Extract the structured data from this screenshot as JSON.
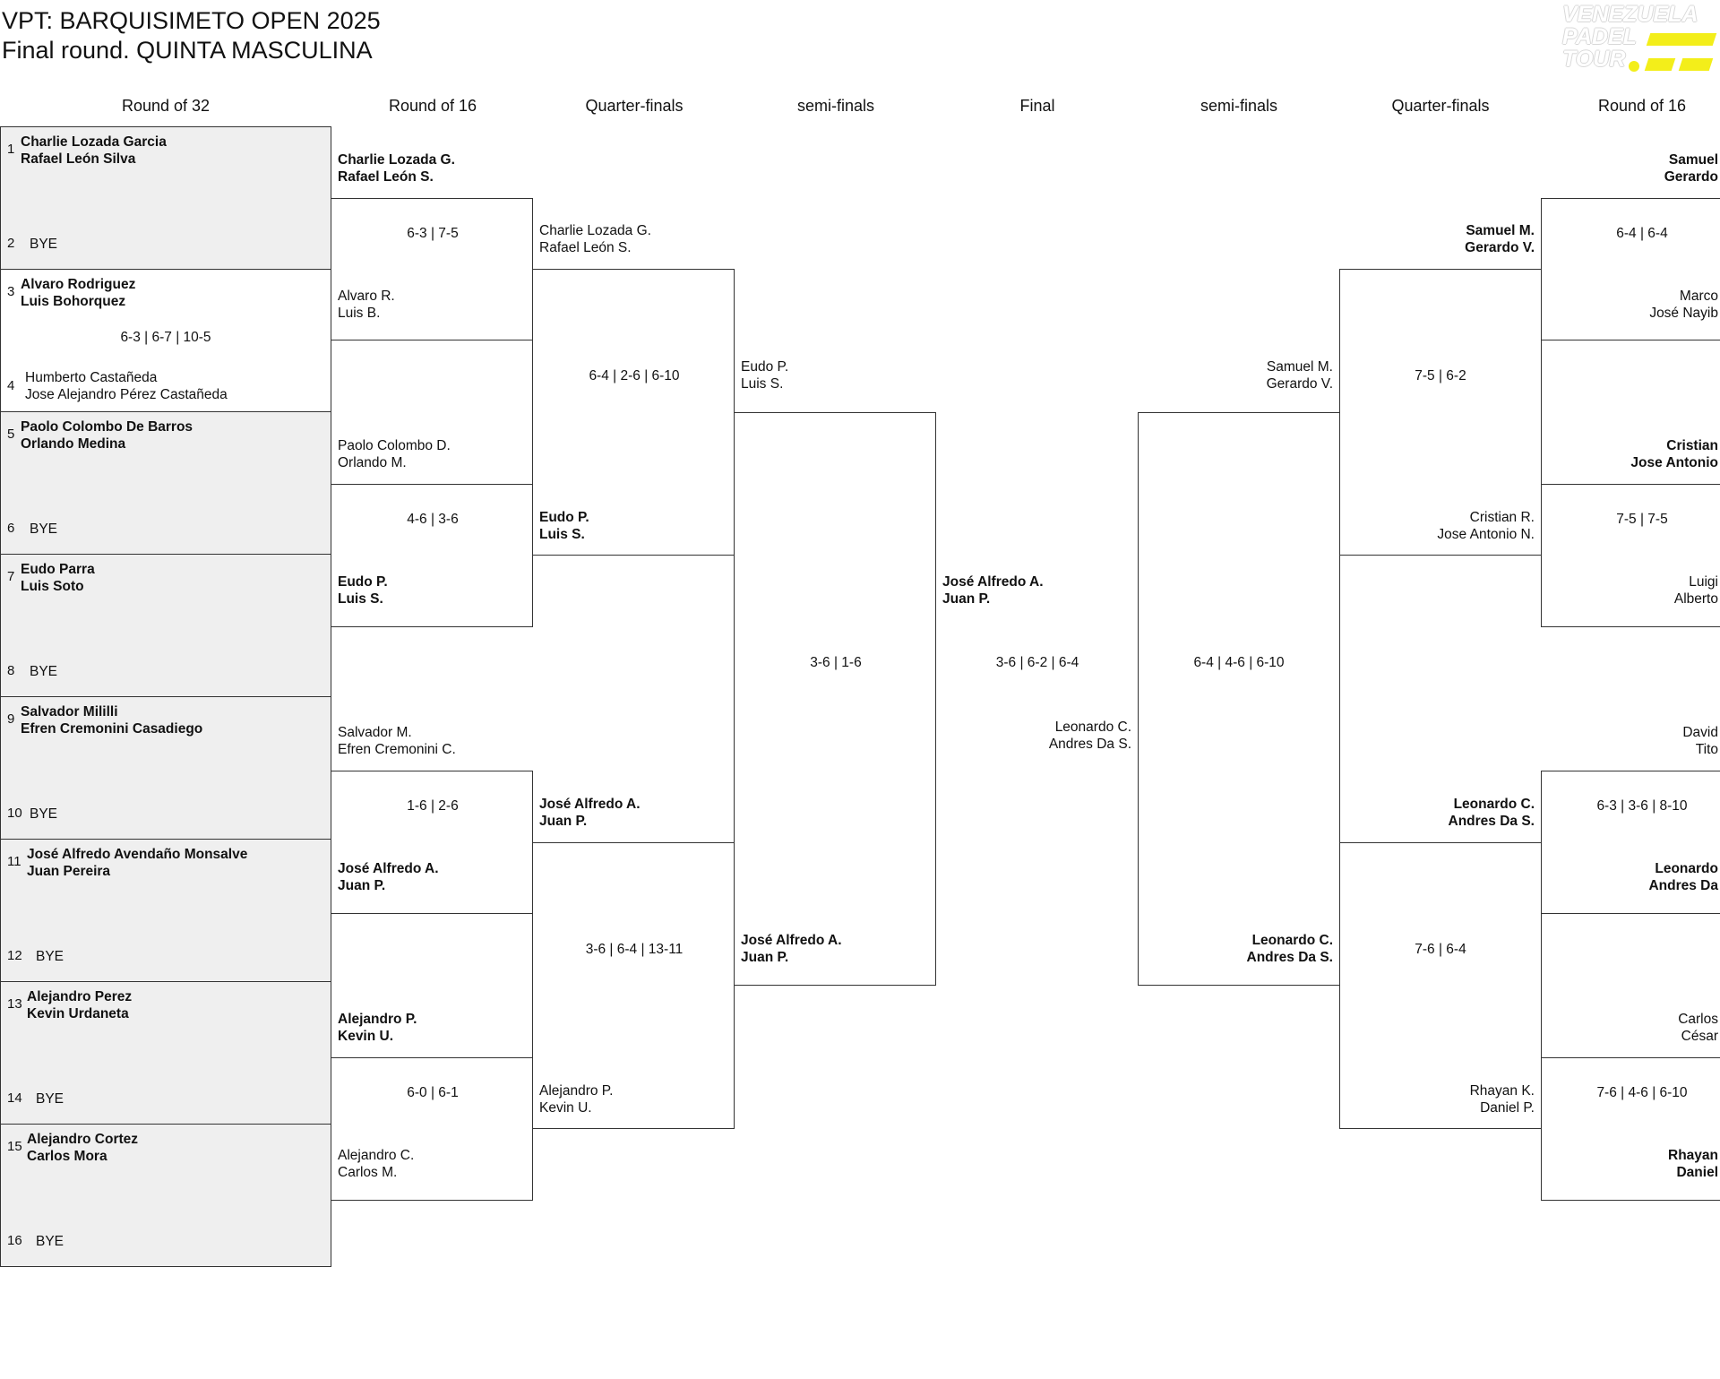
{
  "header": {
    "title_line1": "VPT: BARQUISIMETO OPEN 2025",
    "title_line2": "Final round. QUINTA MASCULINA"
  },
  "logo": {
    "line1": "VENEZUELA",
    "line2": "PADEL",
    "line3": "TOUR",
    "accent": "#f3ee1a"
  },
  "rounds": [
    "Round of 32",
    "Round of 16",
    "Quarter-finals",
    "semi-finals",
    "Final",
    "semi-finals",
    "Quarter-finals",
    "Round of 16"
  ],
  "r32": [
    {
      "a_seed": "1",
      "a1": "Charlie Lozada Garcia",
      "a2": "Rafael León Silva",
      "b_seed": "2",
      "b1": "BYE",
      "b2": "",
      "score": ""
    },
    {
      "a_seed": "3",
      "a1": "Alvaro Rodriguez",
      "a2": "Luis Bohorquez",
      "b_seed": "4",
      "b1": "Humberto Castañeda",
      "b2": "Jose Alejandro Pérez Castañeda",
      "score": "6-3 | 6-7 | 10-5"
    },
    {
      "a_seed": "5",
      "a1": "Paolo Colombo De Barros",
      "a2": "Orlando Medina",
      "b_seed": "6",
      "b1": "BYE",
      "b2": "",
      "score": ""
    },
    {
      "a_seed": "7",
      "a1": "Eudo Parra",
      "a2": "Luis Soto",
      "b_seed": "8",
      "b1": "BYE",
      "b2": "",
      "score": ""
    },
    {
      "a_seed": "9",
      "a1": "Salvador Mililli",
      "a2": "Efren Cremonini Casadiego",
      "b_seed": "10",
      "b1": "BYE",
      "b2": "",
      "score": ""
    },
    {
      "a_seed": "11",
      "a1": "José Alfredo Avendaño Monsalve",
      "a2": "Juan Pereira",
      "b_seed": "12",
      "b1": "BYE",
      "b2": "",
      "score": ""
    },
    {
      "a_seed": "13",
      "a1": "Alejandro Perez",
      "a2": "Kevin Urdaneta",
      "b_seed": "14",
      "b1": "BYE",
      "b2": "",
      "score": ""
    },
    {
      "a_seed": "15",
      "a1": "Alejandro Cortez",
      "a2": "Carlos Mora",
      "b_seed": "16",
      "b1": "BYE",
      "b2": "",
      "score": ""
    }
  ],
  "left_r16": [
    {
      "a1": "Charlie Lozada G.",
      "a2": "Rafael León S.",
      "a_win": true,
      "b1": "Alvaro R.",
      "b2": "Luis B.",
      "b_win": false,
      "score": "6-3 | 7-5"
    },
    {
      "a1": "Paolo Colombo D.",
      "a2": "Orlando M.",
      "a_win": false,
      "b1": "Eudo P.",
      "b2": "Luis S.",
      "b_win": true,
      "score": "4-6 | 3-6"
    },
    {
      "a1": "Salvador M.",
      "a2": "Efren Cremonini C.",
      "a_win": false,
      "b1": "José Alfredo A.",
      "b2": "Juan P.",
      "b_win": true,
      "score": "1-6 | 2-6"
    },
    {
      "a1": "Alejandro P.",
      "a2": "Kevin U.",
      "a_win": true,
      "b1": "Alejandro C.",
      "b2": "Carlos M.",
      "b_win": false,
      "score": "6-0 | 6-1"
    }
  ],
  "left_qf": [
    {
      "a1": "Charlie Lozada G.",
      "a2": "Rafael León S.",
      "a_win": false,
      "b1": "Eudo P.",
      "b2": "Luis S.",
      "b_win": true,
      "score": "6-4 | 2-6 | 6-10"
    },
    {
      "a1": "José Alfredo A.",
      "a2": "Juan P.",
      "a_win": true,
      "b1": "Alejandro P.",
      "b2": "Kevin U.",
      "b_win": false,
      "score": "3-6 | 6-4 | 13-11"
    }
  ],
  "left_sf": {
    "a1": "Eudo P.",
    "a2": "Luis S.",
    "a_win": false,
    "b1": "José Alfredo A.",
    "b2": "Juan P.",
    "b_win": true,
    "score": "3-6 | 1-6"
  },
  "final": {
    "a1": "José Alfredo A.",
    "a2": "Juan P.",
    "a_win": true,
    "b1": "Leonardo C.",
    "b2": "Andres Da S.",
    "b_win": false,
    "score": "3-6 | 6-2 | 6-4"
  },
  "right_sf": {
    "a1": "Samuel M.",
    "a2": "Gerardo V.",
    "a_win": false,
    "b1": "Leonardo C.",
    "b2": "Andres Da S.",
    "b_win": true,
    "score": "6-4 | 4-6 | 6-10"
  },
  "right_qf": [
    {
      "a1": "Samuel M.",
      "a2": "Gerardo V.",
      "a_win": true,
      "b1": "Cristian R.",
      "b2": "Jose Antonio N.",
      "b_win": false,
      "score": "7-5 | 6-2"
    },
    {
      "a1": "Leonardo C.",
      "a2": "Andres Da S.",
      "a_win": true,
      "b1": "Rhayan K.",
      "b2": "Daniel P.",
      "b_win": false,
      "score": "7-6 | 6-4"
    }
  ],
  "right_r16": [
    {
      "a1": "Samuel",
      "a2": "Gerardo",
      "a_win": true,
      "b1": "Marco",
      "b2": "José Nayib",
      "b_win": false,
      "score": "6-4 | 6-4"
    },
    {
      "a1": "Cristian",
      "a2": "Jose Antonio",
      "a_win": true,
      "b1": "Luigi",
      "b2": "Alberto",
      "b_win": false,
      "score": "7-5 | 7-5"
    },
    {
      "a1": "David",
      "a2": "Tito",
      "a_win": false,
      "b1": "Leonardo",
      "b2": "Andres Da",
      "b_win": true,
      "score": "6-3 | 3-6 | 8-10"
    },
    {
      "a1": "Carlos",
      "a2": "César",
      "a_win": false,
      "b1": "Rhayan",
      "b2": "Daniel",
      "b_win": true,
      "score": "7-6 | 4-6 | 6-10"
    }
  ]
}
